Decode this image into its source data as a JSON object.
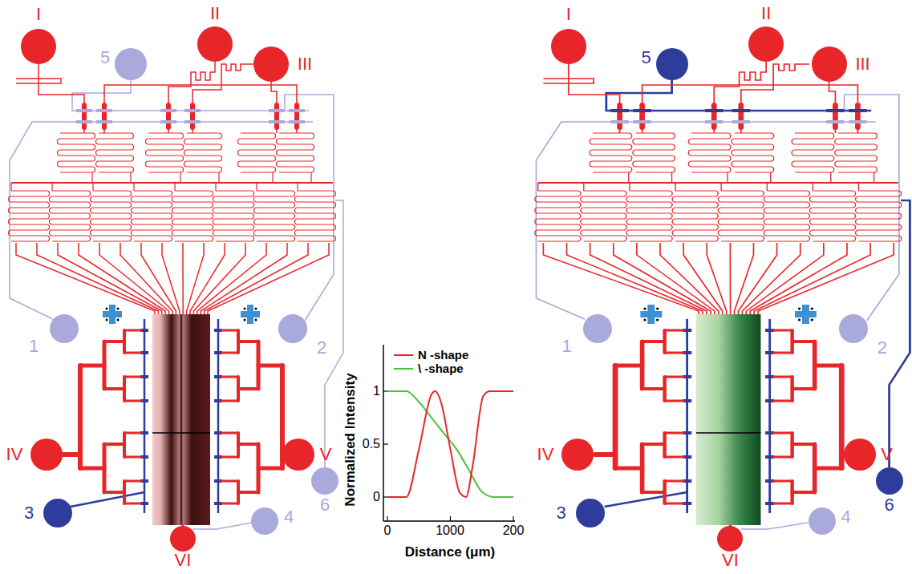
{
  "diagram": {
    "nodes": [
      {
        "text": [
          "I"
        ]
      },
      {
        "text": [
          "II"
        ]
      },
      {
        "text": [
          "5"
        ]
      },
      {
        "text": [
          "III"
        ]
      },
      {
        "text": [
          "1"
        ]
      },
      {
        "text": [
          "2"
        ]
      },
      {
        "text": [
          "IV"
        ]
      },
      {
        "text": [
          "V"
        ]
      },
      {
        "text": [
          "6"
        ]
      },
      {
        "text": [
          "3"
        ]
      },
      {
        "text": [
          "4"
        ]
      },
      {
        "text": [
          "VI"
        ]
      },
      {
        "text": [
          "I"
        ]
      },
      {
        "text": [
          "II"
        ]
      },
      {
        "text": [
          "5"
        ]
      },
      {
        "text": [
          "III"
        ]
      },
      {
        "text": [
          "1"
        ]
      },
      {
        "text": [
          "2"
        ]
      },
      {
        "text": [
          "IV"
        ]
      },
      {
        "text": [
          "V"
        ]
      },
      {
        "text": [
          "6"
        ]
      },
      {
        "text": [
          "3"
        ]
      },
      {
        "text": [
          "4"
        ]
      },
      {
        "text": [
          "VI"
        ]
      }
    ],
    "labels": [
      "Normalized Intensity",
      "1",
      "0.5",
      "0",
      "0",
      "1000",
      "200",
      "Distance (μm)"
    ],
    "legend": [
      {
        "text": "N -shape"
      },
      {
        "text": "\\ -shape"
      }
    ]
  }
}
